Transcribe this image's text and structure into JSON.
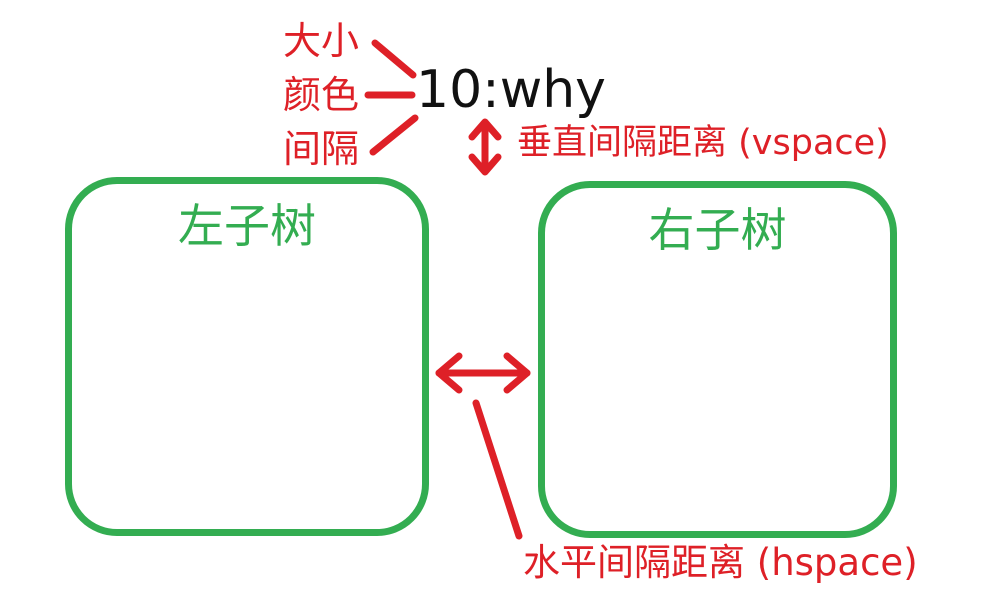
{
  "colors": {
    "red": "#DE2027",
    "green": "#33AD51",
    "node_text": "#111111",
    "background": "#ffffff"
  },
  "node": {
    "label": "10:why"
  },
  "annotations": {
    "size_label": "大小",
    "color_label": "颜色",
    "spacing_label": "间隔",
    "vspace_label": "垂直间隔距离 (vspace)",
    "hspace_label": "水平间隔距离 (hspace)"
  },
  "boxes": {
    "left": {
      "label": "左子树"
    },
    "right": {
      "label": "右子树"
    }
  }
}
